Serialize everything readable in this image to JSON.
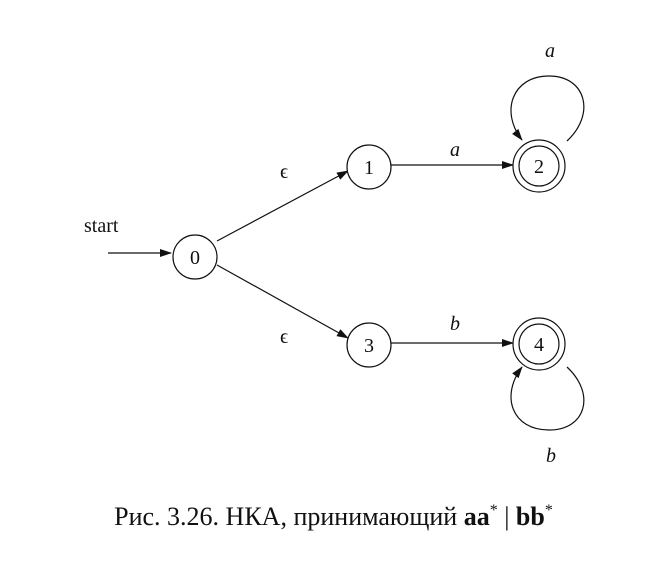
{
  "diagram": {
    "start_label": "start",
    "states": [
      {
        "id": "0",
        "label": "0",
        "accepting": false
      },
      {
        "id": "1",
        "label": "1",
        "accepting": false
      },
      {
        "id": "2",
        "label": "2",
        "accepting": true
      },
      {
        "id": "3",
        "label": "3",
        "accepting": false
      },
      {
        "id": "4",
        "label": "4",
        "accepting": true
      }
    ],
    "transitions": [
      {
        "from": "0",
        "to": "1",
        "label": "ϵ"
      },
      {
        "from": "0",
        "to": "3",
        "label": "ϵ"
      },
      {
        "from": "1",
        "to": "2",
        "label": "a"
      },
      {
        "from": "3",
        "to": "4",
        "label": "b"
      },
      {
        "from": "2",
        "to": "2",
        "label": "a"
      },
      {
        "from": "4",
        "to": "4",
        "label": "b"
      }
    ]
  },
  "caption": {
    "prefix": "Рис. 3.26. НКА, принимающий ",
    "expr1": "aa",
    "star1": "*",
    "separator": " | ",
    "expr2": "bb",
    "star2": "*"
  }
}
